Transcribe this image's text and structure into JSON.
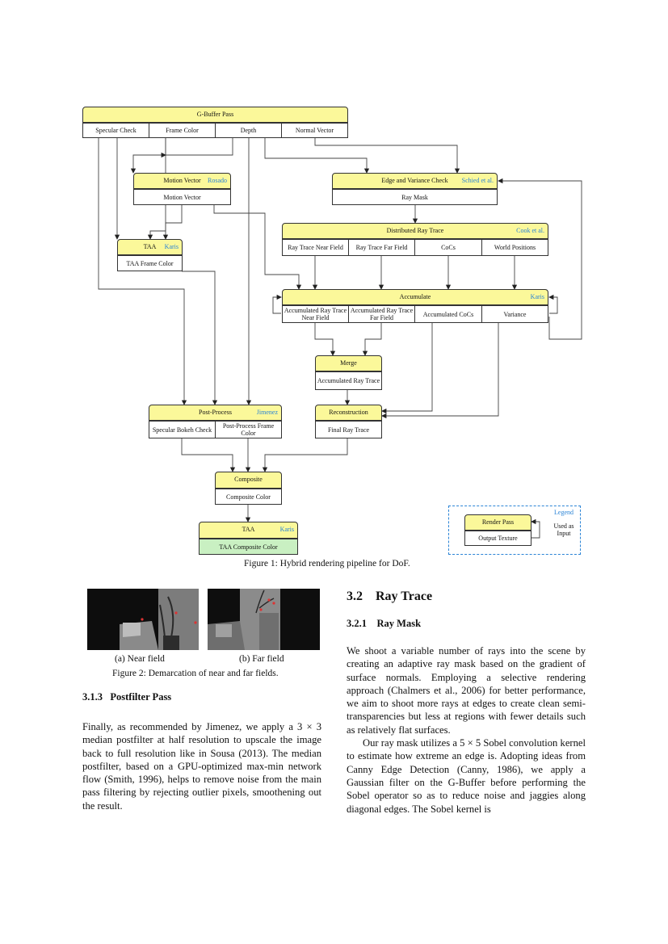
{
  "diagram": {
    "gbuffer": {
      "title": "G-Buffer Pass",
      "outputs": [
        "Specular Check",
        "Frame Color",
        "Depth",
        "Normal Vector"
      ]
    },
    "motion_vector": {
      "title": "Motion Vector",
      "cite": "Rosado",
      "output": "Motion Vector"
    },
    "edge_variance": {
      "title": "Edge and Variance Check",
      "cite": "Schied et al.",
      "output": "Ray Mask"
    },
    "distributed": {
      "title": "Distributed Ray Trace",
      "cite": "Cook et al.",
      "outputs": [
        "Ray Trace Near Field",
        "Ray Trace Far Field",
        "CoCs",
        "World Positions"
      ]
    },
    "taa1": {
      "title": "TAA",
      "cite": "Karis",
      "output": "TAA Frame Color"
    },
    "accumulate": {
      "title": "Accumulate",
      "cite": "Karis",
      "outputs": [
        "Accumulated Ray Trace Near Field",
        "Accumulated Ray Trace Far Field",
        "Accumulated CoCs",
        "Variance"
      ]
    },
    "merge": {
      "title": "Merge",
      "output": "Accumulated Ray Trace"
    },
    "postprocess": {
      "title": "Post-Process",
      "cite": "Jimenez",
      "outputs": [
        "Specular Bokeh Check",
        "Post-Process Frame Color"
      ]
    },
    "reconstruction": {
      "title": "Reconstruction",
      "output": "Final Ray Trace"
    },
    "composite": {
      "title": "Composite",
      "output": "Composite Color"
    },
    "taa2": {
      "title": "TAA",
      "cite": "Karis",
      "output": "TAA Composite Color"
    },
    "legend": {
      "title": "Legend",
      "pass": "Render Pass",
      "texture": "Output Texture",
      "used_as": "Used as Input"
    },
    "colors": {
      "pass_fill": "#fbf89a",
      "final_fill": "#c9f0c2",
      "cite": "#2b84d6",
      "legend_border": "#2b84d6"
    }
  },
  "figure1_caption": "Figure 1: Hybrid rendering pipeline for DoF.",
  "figure2": {
    "sub_a": "(a) Near field",
    "sub_b": "(b) Far field",
    "caption": "Figure 2: Demarcation of near and far fields."
  },
  "left_column": {
    "heading": "3.1.3   Postfilter Pass",
    "paragraph": "Finally, as recommended by Jimenez, we apply a 3 × 3 median postfilter at half resolution to upscale the image back to full resolution like in Sousa (2013). The median postfilter, based on a GPU-optimized max-min network flow (Smith, 1996), helps to remove noise from the main pass filtering by rejecting outlier pixels, smoothening out the result."
  },
  "right_column": {
    "section": "3.2    Ray Trace",
    "subsection": "3.2.1    Ray Mask",
    "para1": "We shoot a variable number of rays into the scene by creating an adaptive ray mask based on the gradient of surface normals. Employing a selective rendering approach (Chalmers et al., 2006) for better performance, we aim to shoot more rays at edges to create clean semi-transparencies but less at regions with fewer details such as relatively flat surfaces.",
    "para2": "Our ray mask utilizes a 5 × 5 Sobel convolution kernel to estimate how extreme an edge is. Adopting ideas from Canny Edge Detection (Canny, 1986), we apply a Gaussian filter on the G-Buffer before performing the Sobel operator so as to reduce noise and jaggies along diagonal edges. The Sobel kernel is"
  }
}
